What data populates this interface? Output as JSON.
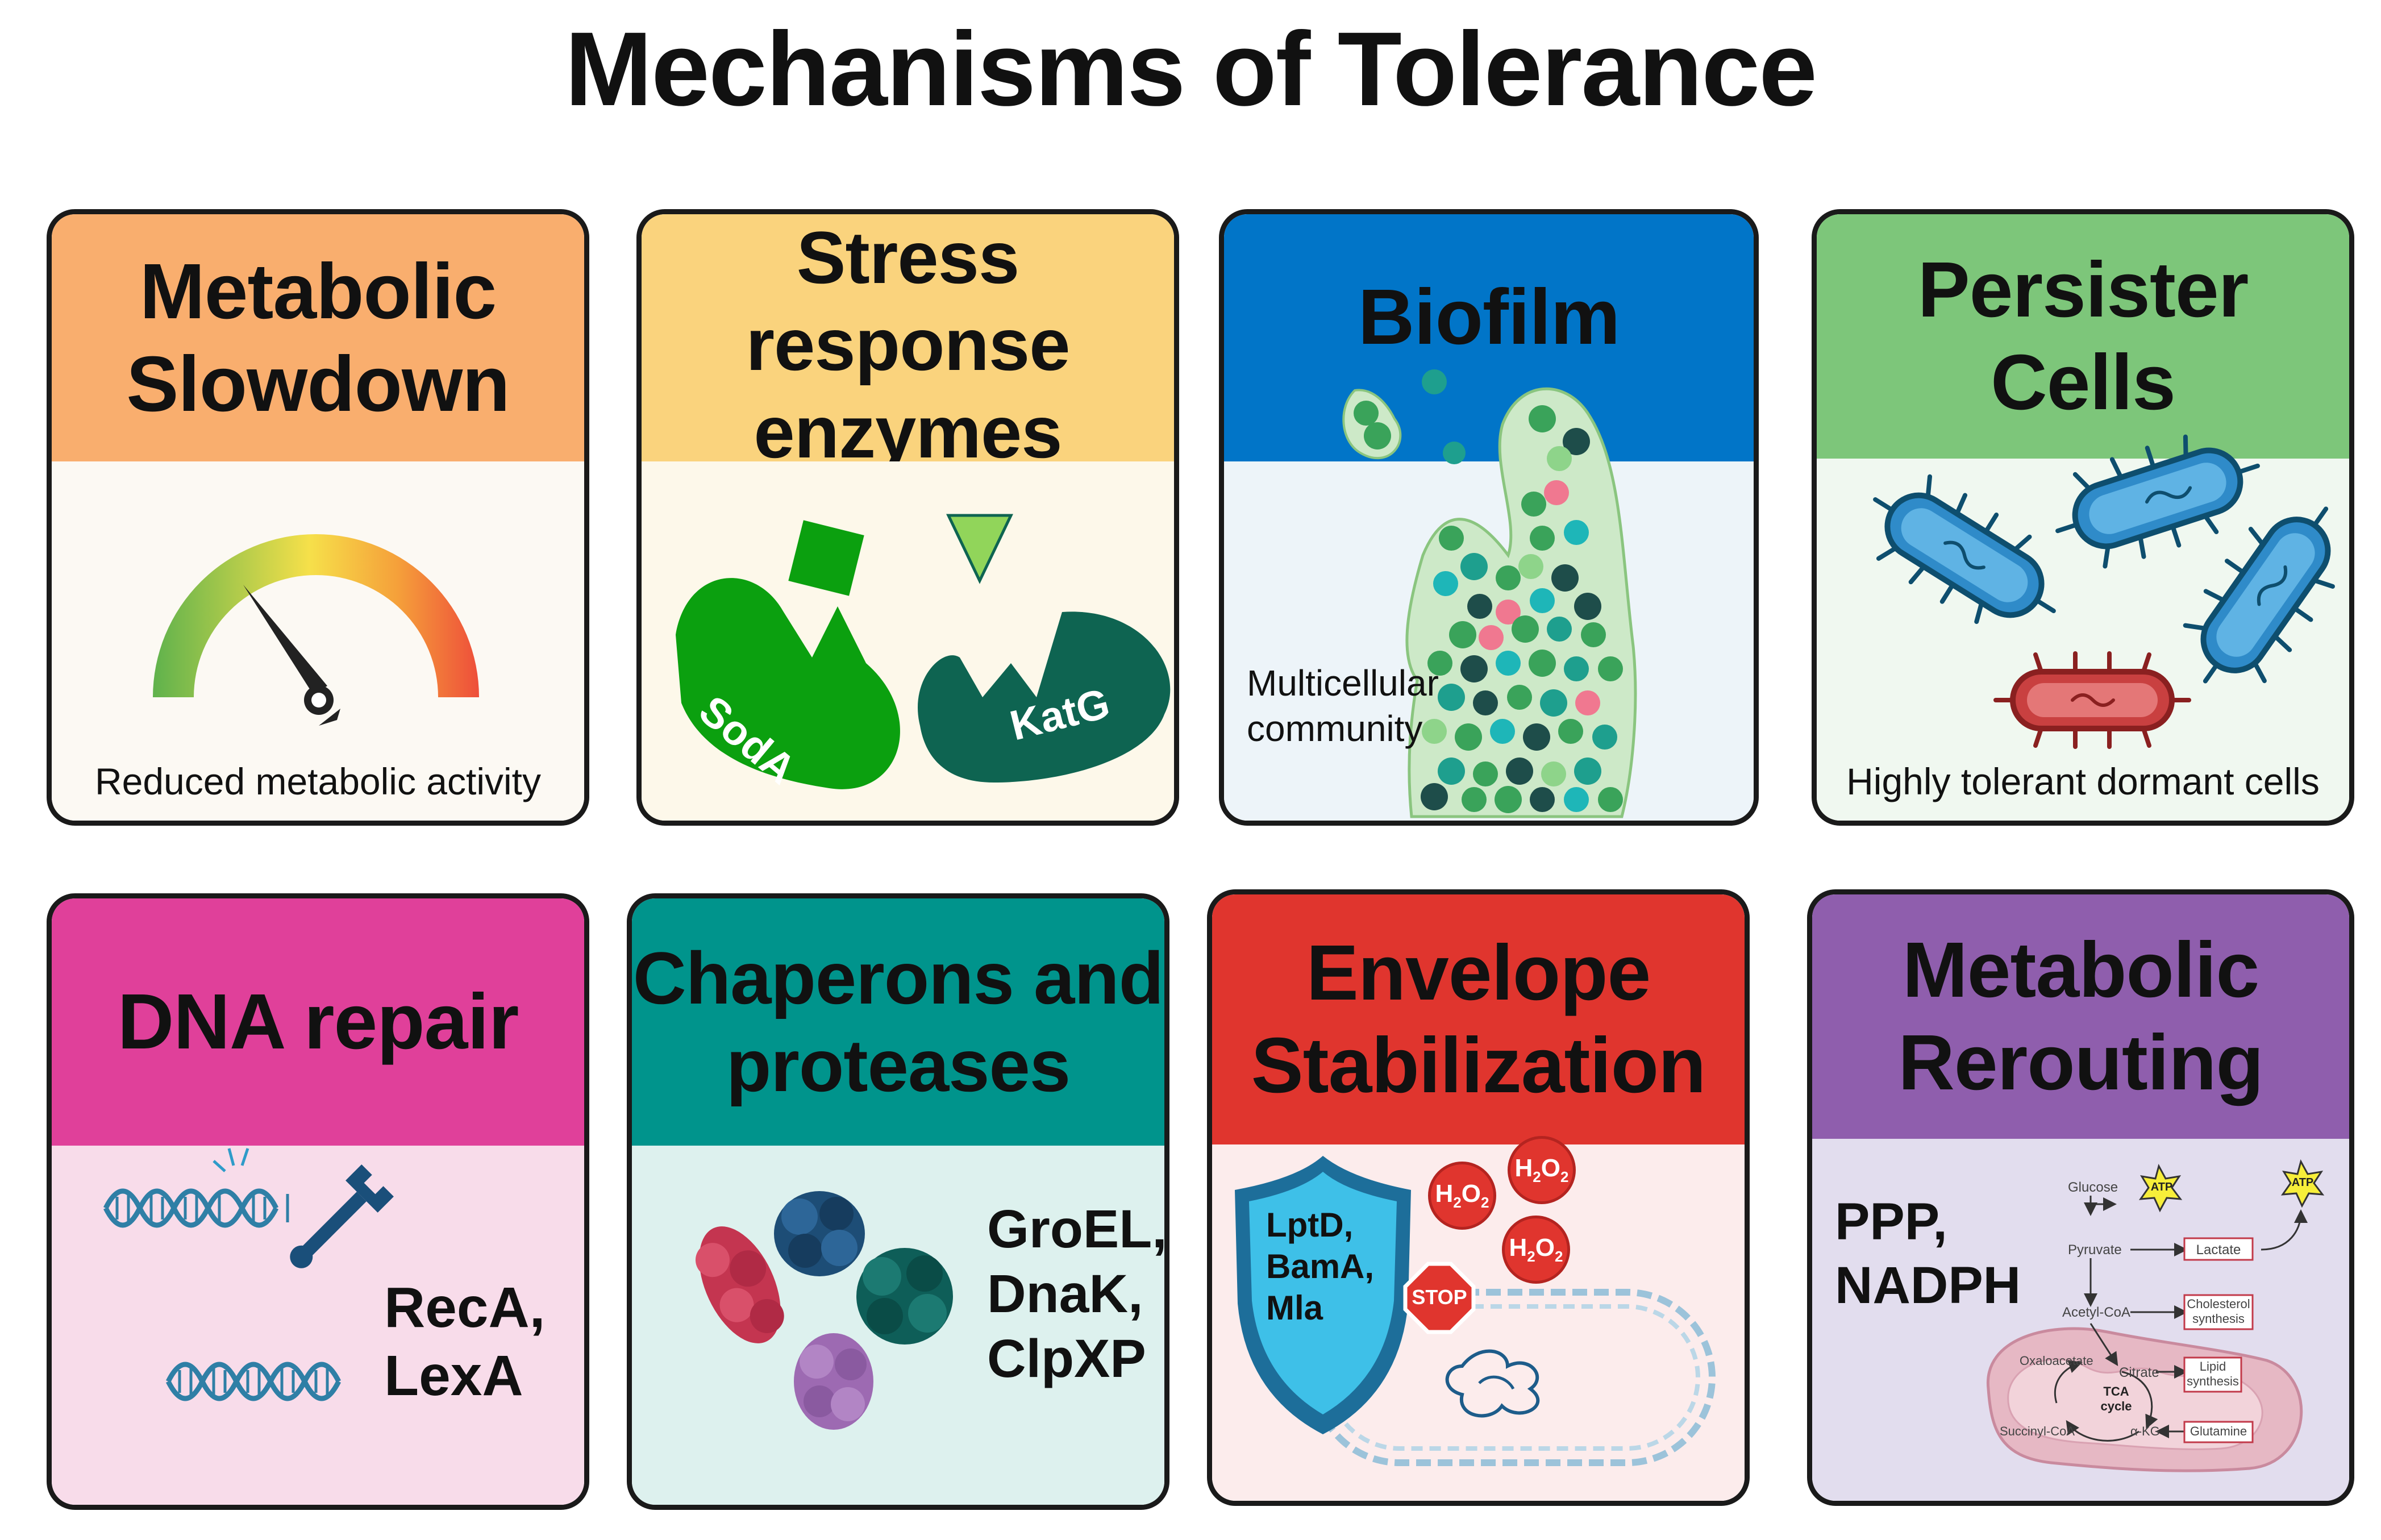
{
  "title": "Mechanisms of Tolerance",
  "colors": {
    "orange": "#F9AE6E",
    "yellow": "#FAD37D",
    "blue": "#0175C8",
    "green": "#7DC67A",
    "magenta": "#E0409A",
    "teal": "#00948C",
    "red": "#E0352E",
    "purple": "#8F5EAD",
    "soda": "#0BA00F",
    "katg": "#0E6451"
  },
  "panels": {
    "metabolic_slowdown": {
      "title_l1": "Metabolic",
      "title_l2": "Slowdown",
      "caption": "Reduced metabolic activity"
    },
    "stress_enzymes": {
      "title_l1": "Stress response",
      "title_l2": "enzymes",
      "label_soda": "SodA",
      "label_katg": "KatG"
    },
    "biofilm": {
      "title": "Biofilm",
      "caption_l1": "Multicellular",
      "caption_l2": "community"
    },
    "persister": {
      "title_l1": "Persister",
      "title_l2": "Cells",
      "caption": "Highly tolerant dormant cells"
    },
    "dna_repair": {
      "title": "DNA repair",
      "label_l1": "RecA,",
      "label_l2": "LexA"
    },
    "chaperons": {
      "title_l1": "Chaperons and",
      "title_l2": "proteases",
      "label_l1": "GroEL,",
      "label_l2": "DnaK,",
      "label_l3": "ClpXP"
    },
    "envelope": {
      "title_l1": "Envelope",
      "title_l2": "Stabilization",
      "shield_l1": "LptD,",
      "shield_l2": "BamA,",
      "shield_l3": "Mla",
      "h2o2": "H",
      "sub2": "2",
      "o": "O",
      "stop": "STOP"
    },
    "rerouting": {
      "title_l1": "Metabolic",
      "title_l2": "Rerouting",
      "label_l1": "PPP,",
      "label_l2": "NADPH",
      "glucose": "Glucose",
      "pyruvate": "Pyruvate",
      "acetyl_coa": "Acetyl-CoA",
      "lactate": "Lactate",
      "cholesterol_l1": "Cholesterol",
      "cholesterol_l2": "synthesis",
      "citrate": "Citrate",
      "lipid_l1": "Lipid",
      "lipid_l2": "synthesis",
      "oxaloacetate": "Oxaloacetate",
      "tca_l1": "TCA",
      "tca_l2": "cycle",
      "succinyl_coa": "Succinyl-CoA",
      "akg": "α-KG",
      "glutamine": "Glutamine",
      "atp": "ATP"
    }
  }
}
